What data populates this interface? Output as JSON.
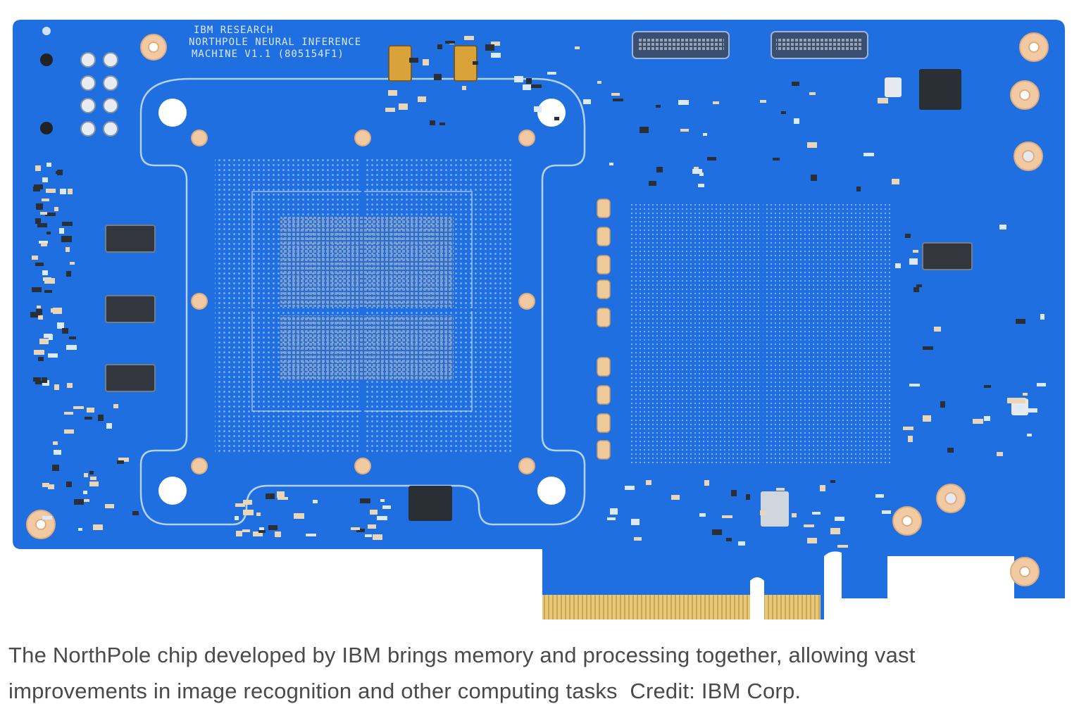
{
  "board": {
    "silkscreen_lines": [
      "IBM RESEARCH",
      "NORTHPOLE NEURAL INFERENCE",
      "MACHINE V1.1 (805154F1)"
    ],
    "colors": {
      "pcb": "#1f6fe0",
      "pcb_dark": "#1757c4",
      "pcb_light": "#3a86f0",
      "trace_outline": "#cfe3ff",
      "gold": "#e7c77a",
      "pad_copper": "#f1c9a2",
      "component_dark": "#2a2f36"
    }
  },
  "caption": {
    "line1": "The NorthPole chip developed by IBM brings memory and processing together, allowing vast",
    "line2": "improvements in image recognition and other computing tasks  Credit: IBM Corp."
  }
}
